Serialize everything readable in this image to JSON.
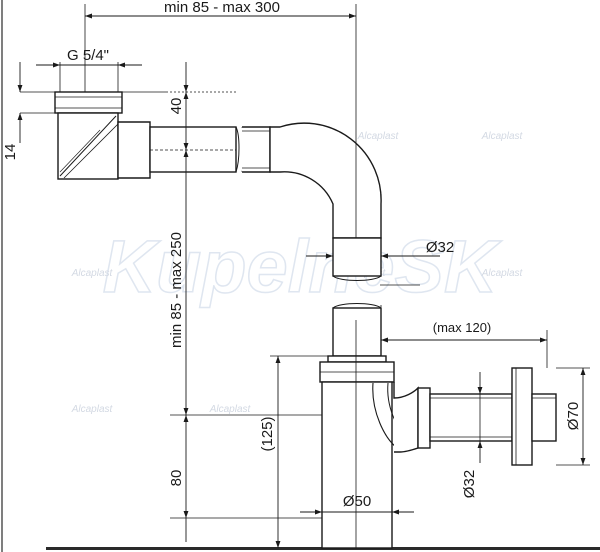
{
  "diagram": {
    "dimensions": {
      "top_width": "min 85 - max 300",
      "thread": "G 5/4\"",
      "left_small": "14",
      "inlet_height": "40",
      "vertical_range": "min 85 - max 250",
      "horizontal_reach": "(max 120)",
      "outlet_diameter": "Ø32",
      "flange_diameter": "Ø70",
      "body_height": "(125)",
      "bottom_height": "80",
      "bottle_diameter": "Ø50",
      "outlet_pipe_diameter": "Ø32"
    },
    "watermarks": {
      "main": "KupelneSK",
      "brand": "Alcaplast"
    },
    "colors": {
      "line": "#1a1a1a",
      "pipe_fill": "#ffffff",
      "watermark": "#e6ebf3",
      "frame": "#2a2a2a"
    }
  }
}
